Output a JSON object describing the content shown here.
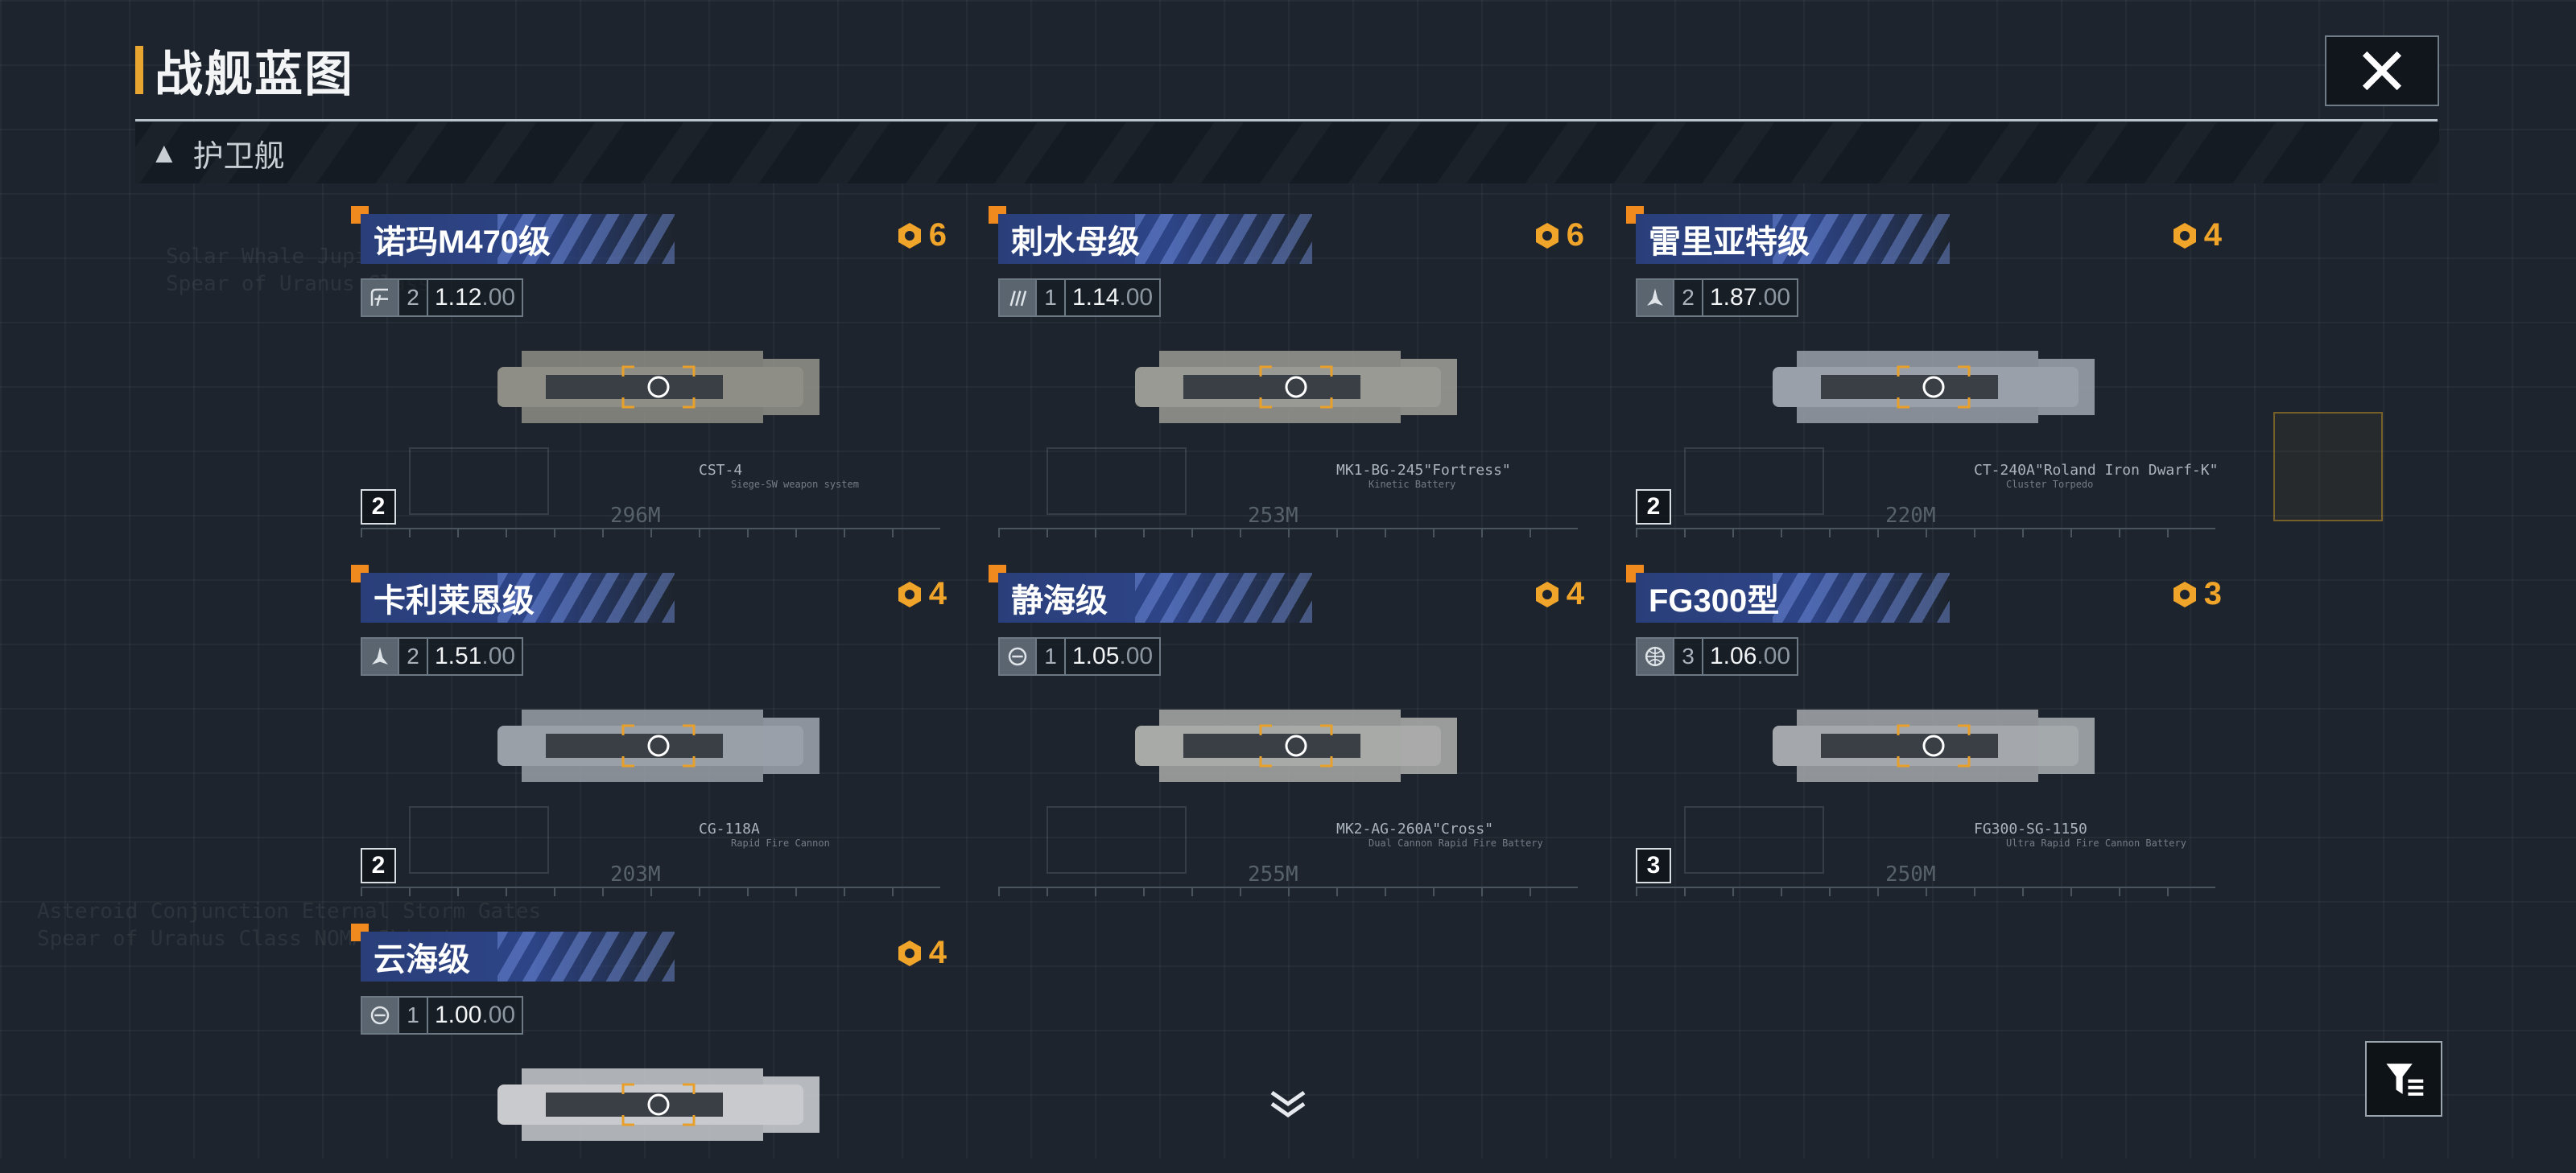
{
  "header": {
    "title": "战舰蓝图"
  },
  "category": {
    "label": "护卫舰"
  },
  "ships": [
    {
      "name": "诺玛M470级",
      "cost": "6",
      "level": "2",
      "value_int": "1.12",
      "value_dec": ".00",
      "weapon": "CST-4",
      "weapon_sub": "Siege-SW weapon system",
      "length": "296M",
      "count": "2"
    },
    {
      "name": "刺水母级",
      "cost": "6",
      "level": "1",
      "value_int": "1.14",
      "value_dec": ".00",
      "weapon": "MK1-BG-245\"Fortress\"",
      "weapon_sub": "Kinetic Battery",
      "length": "253M",
      "count": ""
    },
    {
      "name": "雷里亚特级",
      "cost": "4",
      "level": "2",
      "value_int": "1.87",
      "value_dec": ".00",
      "weapon": "CT-240A\"Roland Iron Dwarf-K\"",
      "weapon_sub": "Cluster Torpedo",
      "length": "220M",
      "count": "2"
    },
    {
      "name": "卡利莱恩级",
      "cost": "4",
      "level": "2",
      "value_int": "1.51",
      "value_dec": ".00",
      "weapon": "CG-118A",
      "weapon_sub": "Rapid Fire Cannon",
      "length": "203M",
      "count": "2"
    },
    {
      "name": "静海级",
      "cost": "4",
      "level": "1",
      "value_int": "1.05",
      "value_dec": ".00",
      "weapon": "MK2-AG-260A\"Cross\"",
      "weapon_sub": "Dual Cannon Rapid Fire Battery",
      "length": "255M",
      "count": ""
    },
    {
      "name": "FG300型",
      "cost": "3",
      "level": "3",
      "value_int": "1.06",
      "value_dec": ".00",
      "weapon": "FG300-SG-1150",
      "weapon_sub": "Ultra Rapid Fire Cannon Battery",
      "length": "250M",
      "count": "3"
    },
    {
      "name": "云海级",
      "cost": "4",
      "level": "1",
      "value_int": "1.00",
      "value_dec": ".00",
      "weapon": "",
      "weapon_sub": "",
      "length": "",
      "count": ""
    }
  ],
  "background_text": {
    "line1": "Solar Whale Jupiter II",
    "line2": "Spear of Uranus Class",
    "line3": "Asteroid Conjunction Eternal Storm Gates",
    "line4": "Spear of Uranus Class NOMA Shipping"
  },
  "colors": {
    "accent": "#f0a52a",
    "marker": "#f08a1e",
    "band": "#2d4487"
  }
}
